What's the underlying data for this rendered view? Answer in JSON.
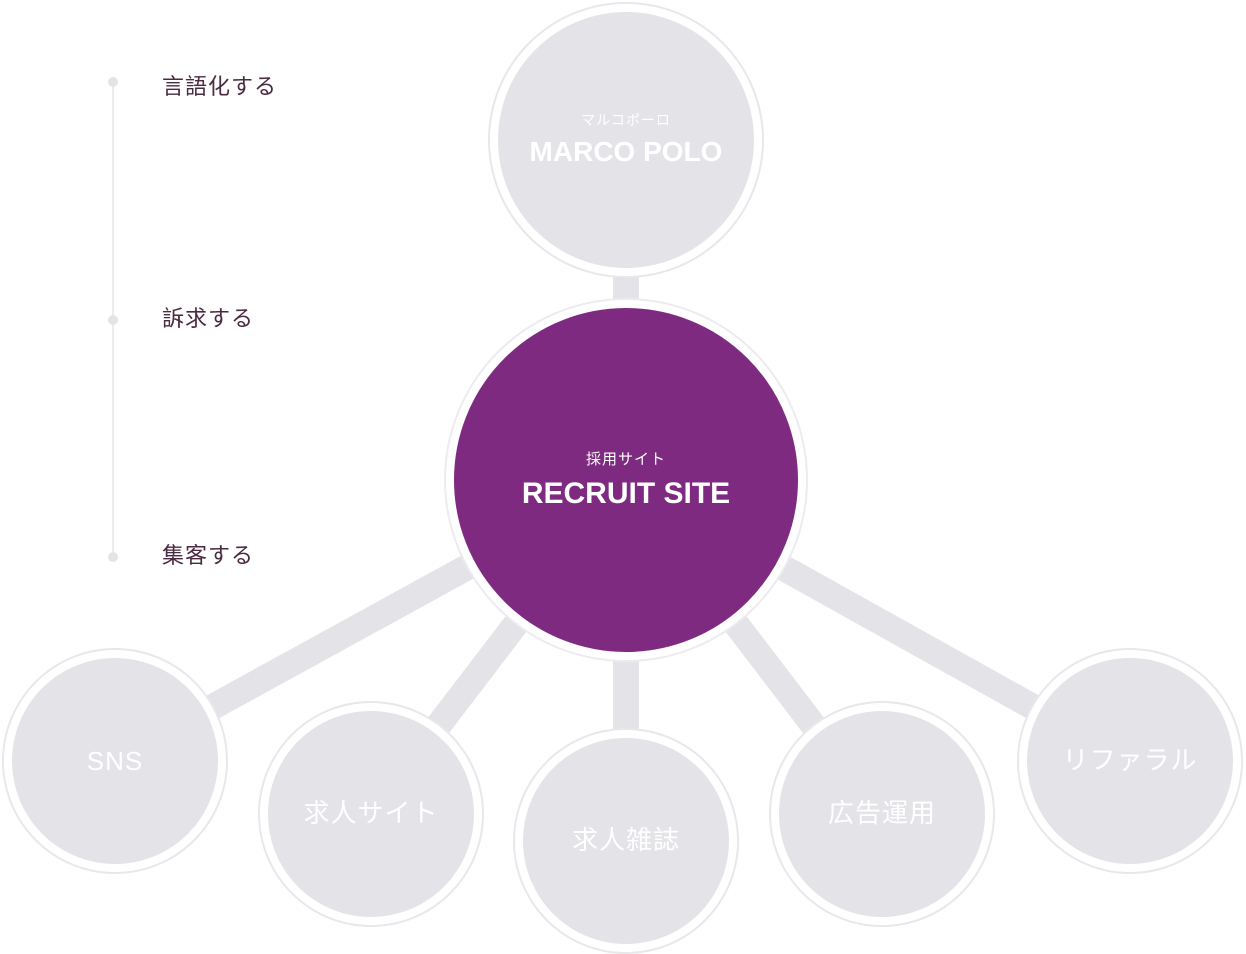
{
  "timeline": {
    "steps": [
      {
        "label": "言語化する"
      },
      {
        "label": "訴求する"
      },
      {
        "label": "集客する"
      }
    ]
  },
  "hub": {
    "sub": "採用サイト",
    "main": "RECRUIT SITE"
  },
  "top_node": {
    "sub": "マルコポーロ",
    "main": "MARCO POLO"
  },
  "channels": [
    {
      "label": "SNS"
    },
    {
      "label": "求人サイト"
    },
    {
      "label": "求人雑誌"
    },
    {
      "label": "広告運用"
    },
    {
      "label": "リファラル"
    }
  ],
  "colors": {
    "hub": "#7e2a80",
    "node": "#e4e3e8",
    "connector": "#e4e3e8",
    "text_dark": "#4a2a40"
  }
}
